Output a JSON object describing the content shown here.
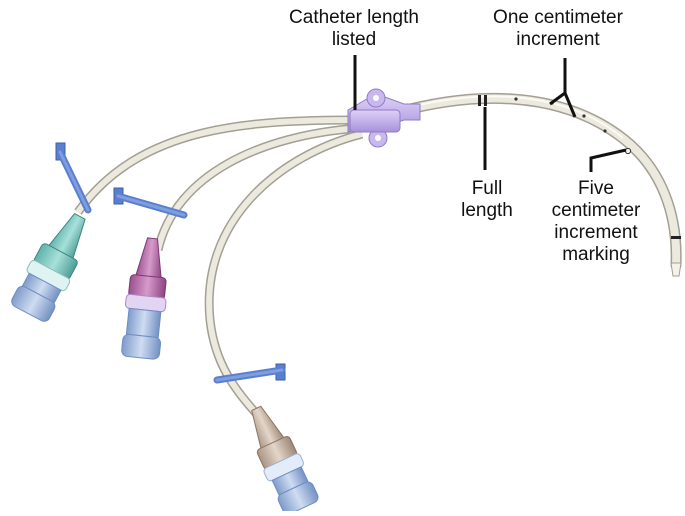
{
  "labels": {
    "catheter_length": {
      "line1": "Catheter length",
      "line2": "listed"
    },
    "one_cm_increment": {
      "line1": "One centimeter",
      "line2": "increment"
    },
    "full_length": {
      "line1": "Full",
      "line2": "length"
    },
    "five_cm_marking": {
      "line1": "Five",
      "line2": "centimeter",
      "line3": "increment",
      "line4": "marking"
    }
  },
  "colors": {
    "tube": "#e7e3d6",
    "tube_edge": "#a39f92",
    "hub": "#c9b8ee",
    "clamp": "#5b7fcf",
    "lumen_teal": "#7dc8c0",
    "lumen_magenta": "#b56aa9",
    "lumen_tan": "#c9b7a6",
    "cap_blue": "#9fb8dd",
    "leader": "#111111"
  }
}
